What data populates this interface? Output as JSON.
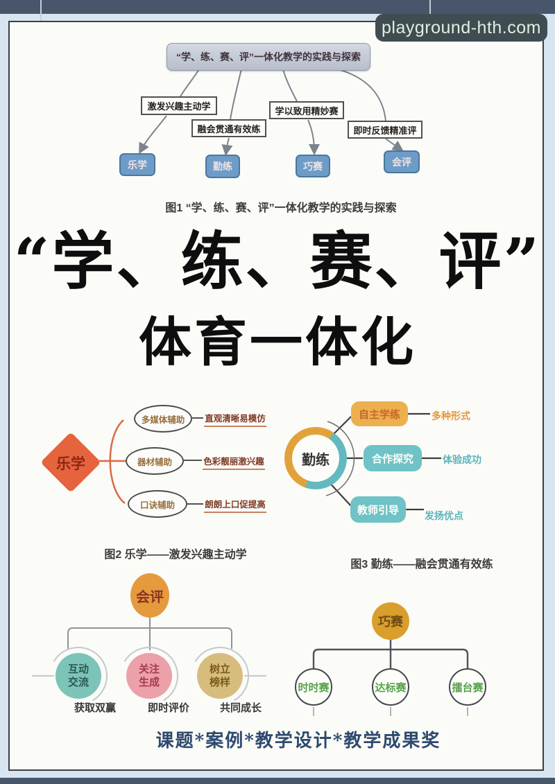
{
  "watermark": {
    "text": "playground-hth.com"
  },
  "figure1": {
    "title": "“学、练、赛、评”一体化教学的实践与探索",
    "branches": [
      {
        "label": "激发兴趣主动学",
        "node": "乐学"
      },
      {
        "label": "融会贯通有效练",
        "node": "勤练"
      },
      {
        "label": "学以致用精妙赛",
        "node": "巧赛"
      },
      {
        "label": "即时反馈精准评",
        "node": "会评"
      }
    ],
    "caption": "图1 “学、练、赛、评”一体化教学的实践与探索"
  },
  "headline": {
    "line1": "“学、练、赛、评”",
    "line2": "体育一体化"
  },
  "figure2": {
    "root": "乐学",
    "items": [
      {
        "node": "多媒体辅助",
        "desc": "直观清晰易模仿"
      },
      {
        "node": "器材辅助",
        "desc": "色彩靓丽激兴趣"
      },
      {
        "node": "口诀辅助",
        "desc": "朗朗上口促提高"
      }
    ],
    "caption": "图2 乐学——激发兴趣主动学"
  },
  "figure3": {
    "root": "勤练",
    "items": [
      {
        "node": "自主学练",
        "desc": "多种形式"
      },
      {
        "node": "合作探究",
        "desc": "体验成功"
      },
      {
        "node": "教师引导",
        "desc": "发扬优点"
      }
    ],
    "caption": "图3 勤练——融会贯通有效练"
  },
  "figure4": {
    "root": "会评",
    "items": [
      {
        "node": "互动交流",
        "desc": "获取双赢"
      },
      {
        "node": "关注生成",
        "desc": "即时评价"
      },
      {
        "node": "树立榜样",
        "desc": "共同成长"
      }
    ]
  },
  "figure5": {
    "root": "巧赛",
    "items": [
      {
        "node": "时时赛"
      },
      {
        "node": "达标赛"
      },
      {
        "node": "擂台赛"
      }
    ]
  },
  "footer": {
    "text": "课题*案例*教学设计*教学成果奖"
  },
  "colors": {
    "frame_bar": "#47566a",
    "page_margin": "#d8e4f0",
    "sheet": "#fbfbf8",
    "watermark_bg": "#3f4d52",
    "node_blue": "#6e9cc9",
    "diamond_orange": "#e5643e",
    "gold": "#e2a23a",
    "teal": "#62b9c0",
    "pink": "#eba0aa",
    "tan": "#d6bd7e",
    "green_text": "#57a24b",
    "footer_text": "#2e4a6e"
  }
}
